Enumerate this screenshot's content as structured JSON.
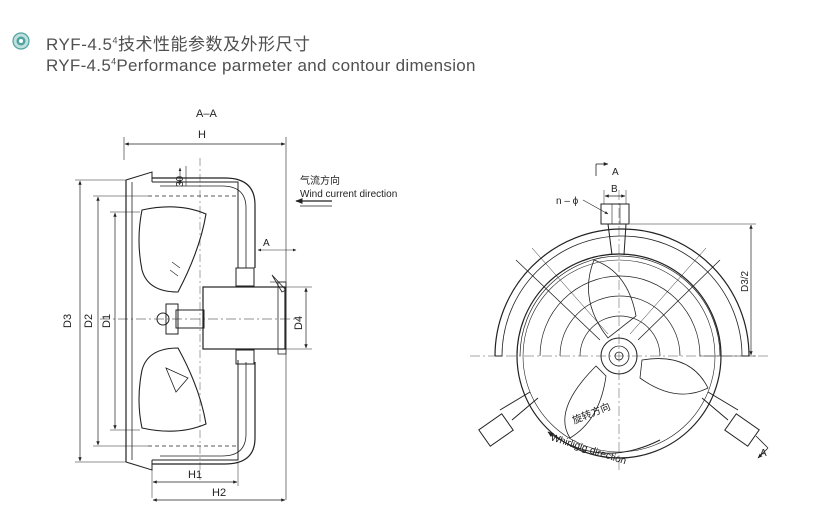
{
  "header": {
    "title_zh_prefix": "RYF-4.5",
    "title_zh_sup": "4",
    "title_zh_rest": "技术性能参数及外形尺寸",
    "title_en_prefix": "RYF-4.5",
    "title_en_sup": "4",
    "title_en_rest": "Performance parmeter and contour dimension",
    "bullet_icon": "target-bullet-icon",
    "bullet_color": "#4fa3a0"
  },
  "side_view": {
    "section_label": "A–A",
    "dim_H": "H",
    "dim_30": "30",
    "dim_A": "A",
    "dim_D1": "D1",
    "dim_D2": "D2",
    "dim_D3": "D3",
    "dim_D4": "D4",
    "dim_H1": "H1",
    "dim_H2": "H2",
    "airflow_zh": "气流方向",
    "airflow_en": "Wind current direction"
  },
  "front_view": {
    "section_A_top": "A",
    "section_A_bottom": "A",
    "dim_B": "B",
    "dim_n_phi": "n – ϕ",
    "dim_D3_half": "D3/2",
    "rotation_zh": "旋转方向",
    "rotation_en": "Whirligig direction"
  }
}
